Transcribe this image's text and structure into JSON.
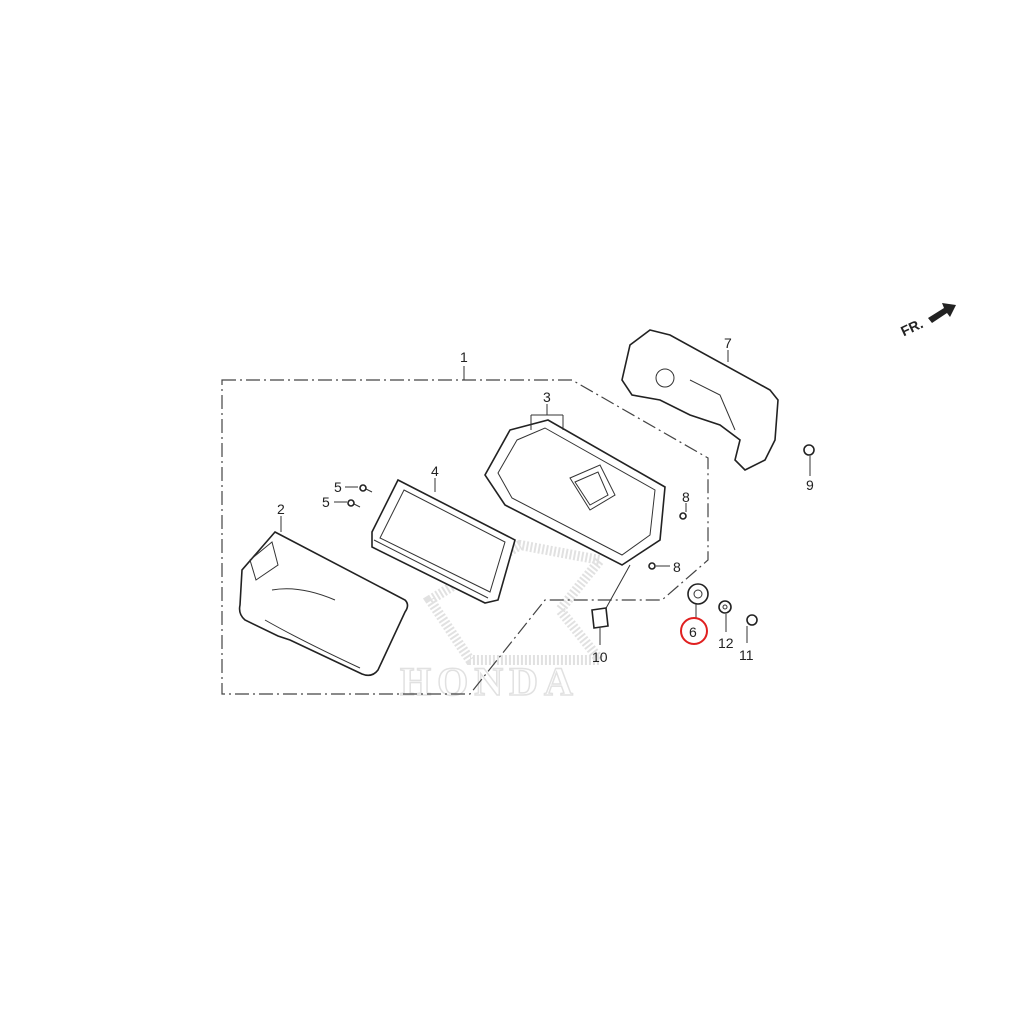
{
  "diagram": {
    "watermark": "HONDA",
    "direction_marker": "FR.",
    "highlight_color": "#e02020",
    "highlighted_callout": "6",
    "callouts": {
      "c1": "1",
      "c2": "2",
      "c3": "3",
      "c4": "4",
      "c5a": "5",
      "c5b": "5",
      "c6": "6",
      "c7": "7",
      "c8a": "8",
      "c8b": "8",
      "c9": "9",
      "c10": "10",
      "c11": "11",
      "c12": "12"
    }
  }
}
